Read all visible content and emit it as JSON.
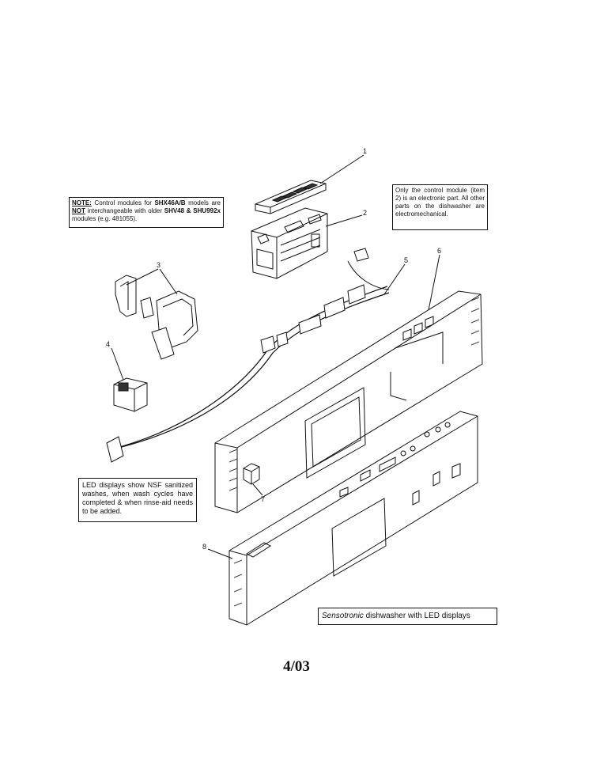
{
  "callouts": [
    "1",
    "2",
    "3",
    "4",
    "5",
    "6",
    "7",
    "8"
  ],
  "note": {
    "label": "NOTE:",
    "text_1": " Control modules for ",
    "model_a": "SHX46A/B",
    "text_2": " models are ",
    "not": "NOT",
    "text_3": " interchangeable with older ",
    "model_b": "SHV48 & SHU992x",
    "text_4": " modules (e.g. 481055)."
  },
  "electronic_note": "Only the control module (item 2) is an electronic part. All other parts on the dishwasher are electromechanical.",
  "led_note": "LED displays show NSF sanitized washes, when wash cycles have completed & when rinse-aid needs to be added.",
  "caption": {
    "italic": "Sensotronic",
    "rest": " dishwasher with LED displays"
  },
  "page_number": "4/03"
}
